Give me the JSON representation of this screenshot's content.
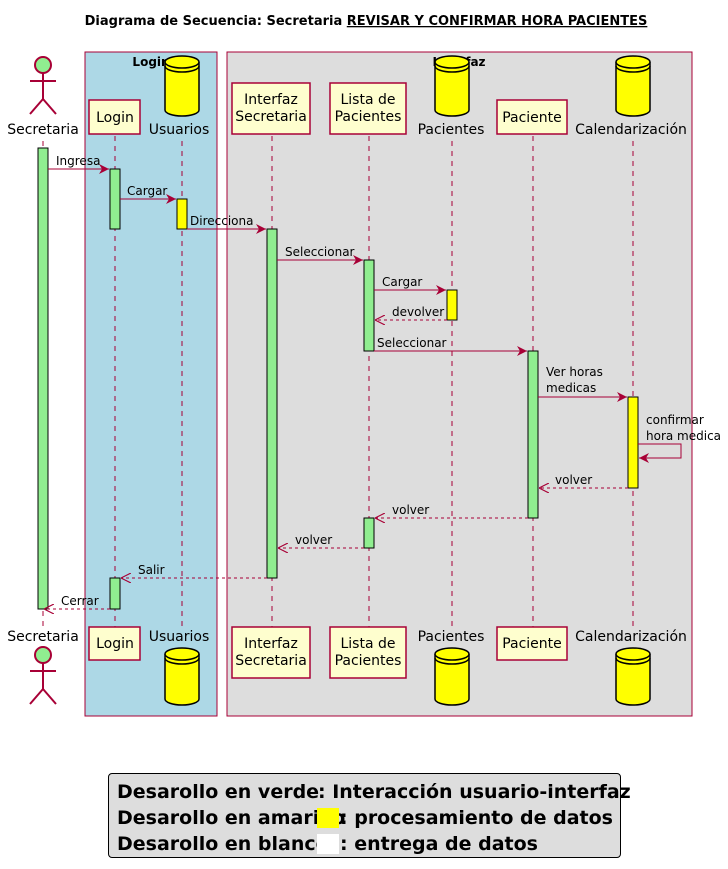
{
  "title": {
    "prefix": "Diagrama de Secuencia: Secretaria ",
    "underlined": "REVISAR Y CONFIRMAR HORA PACIENTES"
  },
  "boxes": [
    {
      "id": "login",
      "label": "Login",
      "color": "#add8e6"
    },
    {
      "id": "interfaz",
      "label": "Interfaz",
      "color": "#dddddd"
    }
  ],
  "participants": [
    {
      "id": "secretaria",
      "kind": "actor",
      "label": "Secretaria"
    },
    {
      "id": "login",
      "kind": "participant",
      "label": "Login"
    },
    {
      "id": "usuarios",
      "kind": "database",
      "label": "Usuarios"
    },
    {
      "id": "interfaz_sec",
      "kind": "participant",
      "label": "Interfaz\nSecretaria"
    },
    {
      "id": "lista",
      "kind": "participant",
      "label": "Lista de\nPacientes"
    },
    {
      "id": "pacientes",
      "kind": "database",
      "label": "Pacientes"
    },
    {
      "id": "paciente",
      "kind": "participant",
      "label": "Paciente"
    },
    {
      "id": "calendario",
      "kind": "database",
      "label": "Calendarización"
    }
  ],
  "messages": [
    {
      "from": "secretaria",
      "to": "login",
      "label": "Ingresa",
      "dashed": false
    },
    {
      "from": "login",
      "to": "usuarios",
      "label": "Cargar",
      "dashed": false
    },
    {
      "from": "usuarios",
      "to": "interfaz_sec",
      "label": "Direcciona",
      "dashed": false
    },
    {
      "from": "interfaz_sec",
      "to": "lista",
      "label": "Seleccionar",
      "dashed": false
    },
    {
      "from": "lista",
      "to": "pacientes",
      "label": "Cargar",
      "dashed": false
    },
    {
      "from": "pacientes",
      "to": "lista",
      "label": "devolver",
      "dashed": true
    },
    {
      "from": "lista",
      "to": "paciente",
      "label": "Seleccionar",
      "dashed": false
    },
    {
      "from": "paciente",
      "to": "calendario",
      "label": "Ver horas\nmedicas",
      "dashed": false
    },
    {
      "from": "calendario",
      "to": "calendario",
      "label": "confirmar\nhora medica",
      "dashed": false
    },
    {
      "from": "calendario",
      "to": "paciente",
      "label": "volver",
      "dashed": true
    },
    {
      "from": "paciente",
      "to": "lista",
      "label": "volver",
      "dashed": true
    },
    {
      "from": "lista",
      "to": "interfaz_sec",
      "label": "volver",
      "dashed": true
    },
    {
      "from": "interfaz_sec",
      "to": "login",
      "label": "Salir",
      "dashed": true
    },
    {
      "from": "login",
      "to": "secretaria",
      "label": "Cerrar",
      "dashed": true
    }
  ],
  "legend": {
    "rows": [
      {
        "label": "Desarollo en verde",
        "swatch": "#90ee90",
        "text": ": Interacción usuario-interfaz"
      },
      {
        "label": "Desarollo en amarillo",
        "swatch": "#ffff00",
        "text": ": procesamiento de datos"
      },
      {
        "label": "Desarollo en blanco",
        "swatch": "#ffffff",
        "text": ": entrega de datos"
      }
    ]
  },
  "colors": {
    "arrow": "#a80036",
    "activation_green": "#90ee90",
    "activation_yellow": "#ffff00",
    "participant_fill": "#fefece",
    "database_fill": "#ffff00",
    "actor_fill": "#90ee90"
  }
}
